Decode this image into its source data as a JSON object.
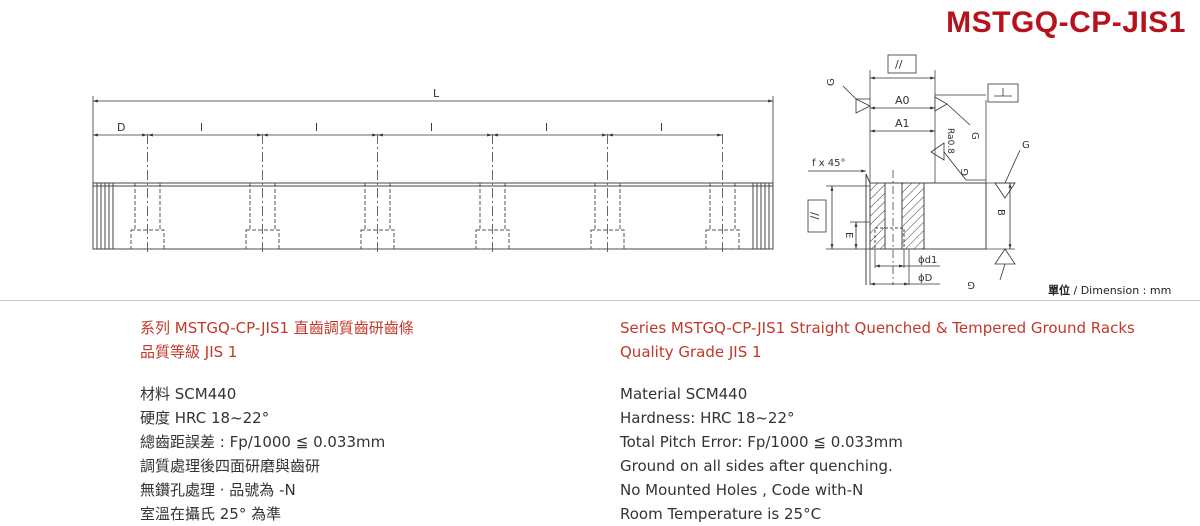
{
  "title": "MSTGQ-CP-JIS1",
  "unit_label": {
    "zh": "單位",
    "en": " / Dimension : mm"
  },
  "drawing_labels": {
    "L": "L",
    "D": "D",
    "l": "l",
    "A0": "A0",
    "A1": "A1",
    "B": "B",
    "E": "E",
    "chamfer": "f x 45°",
    "ra": "Ra0.8",
    "phi_d1": "ϕd1",
    "phi_D": "ϕD",
    "G": "G",
    "parallel": "//",
    "perp": "⊥"
  },
  "left_col": {
    "series_line1": "系列 MSTGQ-CP-JIS1 直齒調質齒研齒條",
    "series_line2": "品質等級 JIS 1",
    "specs": [
      "材料 SCM440",
      "硬度 HRC 18~22°",
      "總齒距誤差 : Fp/1000 ≦ 0.033mm",
      "調質處理後四面研磨與齒研",
      "無鑽孔處理 · 品號為 -N",
      "室溫在攝氏 25° 為準"
    ]
  },
  "right_col": {
    "series_line1": "Series MSTGQ-CP-JIS1  Straight Quenched & Tempered Ground Racks",
    "series_line2": "Quality Grade JIS 1",
    "specs": [
      "Material SCM440",
      "Hardness: HRC 18~22°",
      "Total Pitch Error: Fp/1000 ≦ 0.033mm",
      "Ground on all sides after quenching.",
      "No Mounted Holes , Code with-N",
      "Room Temperature is 25°C"
    ]
  }
}
